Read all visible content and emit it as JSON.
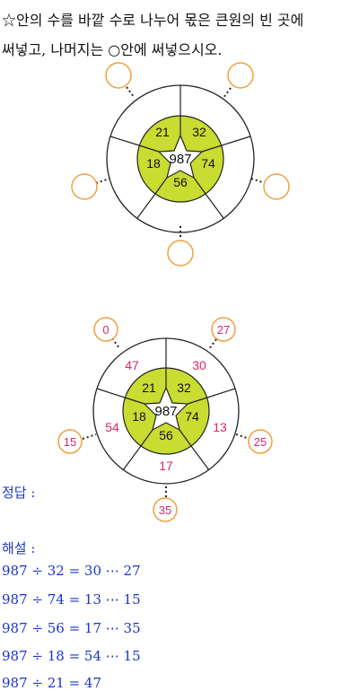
{
  "question": {
    "line1": "☆안의 수를 바깥 수로 나누어 몫은 큰원의 빈 곳에",
    "line2": "써넣고, 나머지는 ○안에 써넣으시오."
  },
  "center": "987",
  "divisors": [
    "32",
    "74",
    "56",
    "18",
    "21"
  ],
  "answer": {
    "quotients": [
      "30",
      "13",
      "17",
      "54",
      "47"
    ],
    "remainders": [
      "27",
      "25",
      "35",
      "15",
      "0"
    ]
  },
  "answer_label": "정답 :",
  "explanation_label": "해설 :",
  "explanation_lines": [
    "987 ÷ 32 = 30 ⋯ 27",
    "987 ÷ 74 = 13 ⋯ 15",
    "987 ÷ 56 = 17 ⋯ 35",
    "987 ÷ 18 = 54 ⋯ 15",
    "987 ÷ 21 = 47"
  ],
  "colors": {
    "green": "#c8dc32",
    "orange": "#f0a03c",
    "magenta": "#d8286a",
    "blue": "#1b35c8"
  }
}
